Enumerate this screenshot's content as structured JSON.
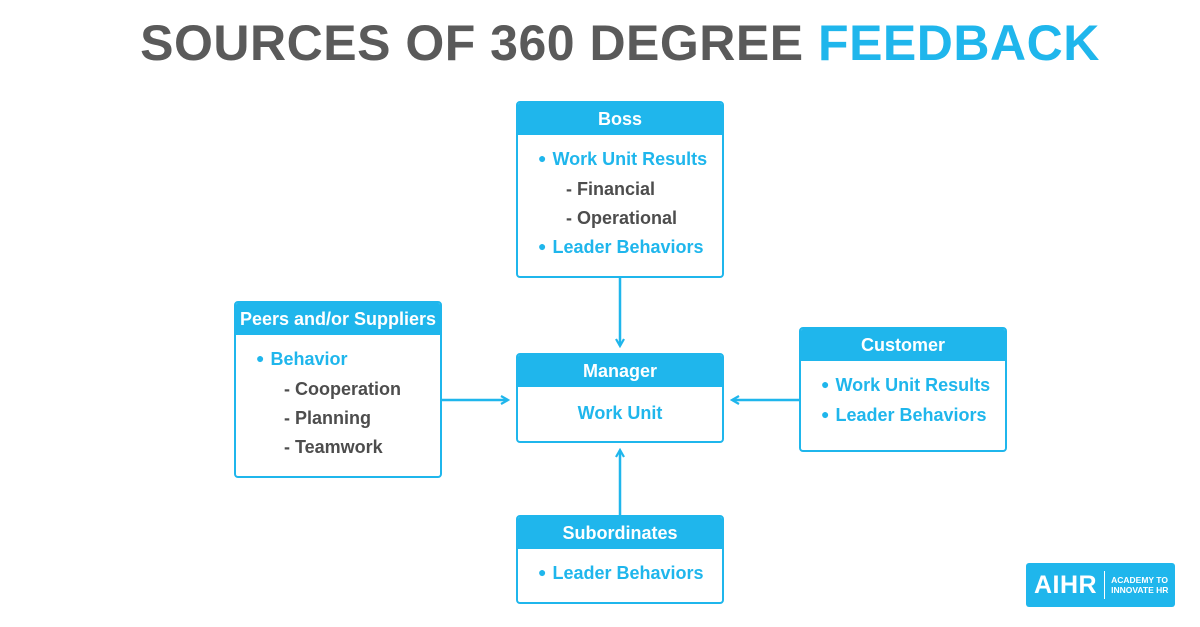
{
  "title": {
    "part1": "SOURCES OF  360 DEGREE",
    "part2": "FEEDBACK"
  },
  "colors": {
    "accent": "#1fb6ec",
    "text": "#5a5a5a"
  },
  "boss": {
    "header": "Boss",
    "items": [
      {
        "kind": "main",
        "text": "Work Unit Results"
      },
      {
        "kind": "sub",
        "text": "- Financial"
      },
      {
        "kind": "sub",
        "text": "- Operational"
      },
      {
        "kind": "main",
        "text": "Leader Behaviors"
      }
    ]
  },
  "peers": {
    "header": "Peers and/or Suppliers",
    "items": [
      {
        "kind": "main",
        "text": "Behavior"
      },
      {
        "kind": "sub",
        "text": "- Cooperation"
      },
      {
        "kind": "sub",
        "text": "- Planning"
      },
      {
        "kind": "sub",
        "text": "- Teamwork"
      }
    ]
  },
  "manager": {
    "header": "Manager",
    "body": "Work Unit"
  },
  "customer": {
    "header": "Customer",
    "items": [
      {
        "kind": "main",
        "text": "Work Unit Results"
      },
      {
        "kind": "main",
        "text": "Leader Behaviors"
      }
    ]
  },
  "subordinates": {
    "header": "Subordinates",
    "items": [
      {
        "kind": "main",
        "text": "Leader Behaviors"
      }
    ]
  },
  "logo": {
    "mark": "AIHR",
    "tagline_line1": "ACADEMY TO",
    "tagline_line2": "INNOVATE HR"
  }
}
